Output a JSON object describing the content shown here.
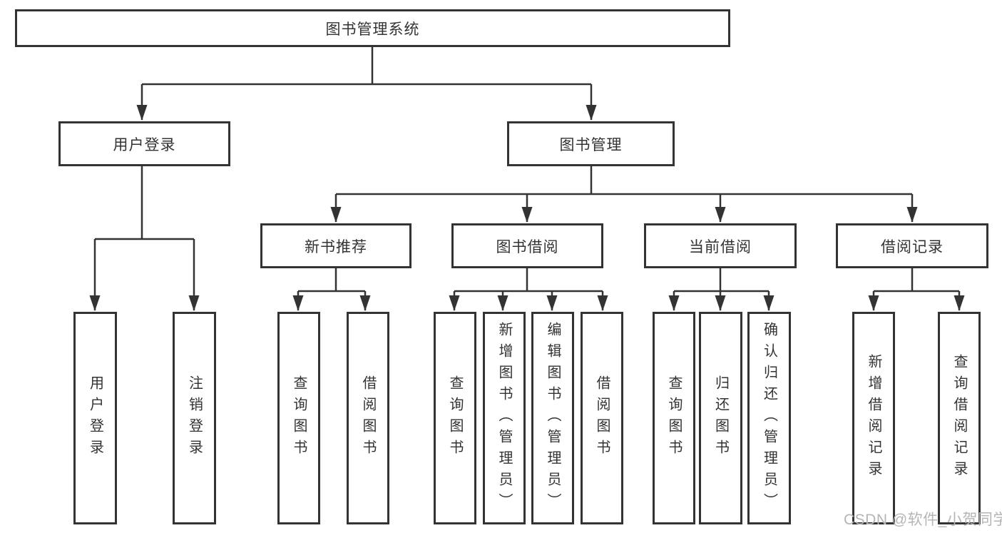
{
  "colors": {
    "line": "#333333",
    "box_border": "#333333",
    "box_background": "#ffffff",
    "text": "#333333",
    "watermark": "#b5b5b8"
  },
  "watermark": {
    "text": "CSDN @软件_小贺同学"
  },
  "tree": {
    "root": "图书管理系统",
    "user_login": {
      "label": "用户登录",
      "children": {
        "login": "用户登录",
        "logout": "注销登录"
      }
    },
    "book_mgmt": {
      "label": "图书管理",
      "new_book_rec": {
        "label": "新书推荐",
        "children": {
          "query": "查询图书",
          "borrow": "借阅图书"
        }
      },
      "book_borrow": {
        "label": "图书借阅",
        "children": {
          "query": "查询图书",
          "add": "新增图书（管理员）",
          "edit": "编辑图书（管理员）",
          "borrow": "借阅图书"
        }
      },
      "current_borrow": {
        "label": "当前借阅",
        "children": {
          "query": "查询图书",
          "return": "归还图书",
          "confirm": "确认归还（管理员）"
        }
      },
      "borrow_record": {
        "label": "借阅记录",
        "children": {
          "add": "新增借阅记录",
          "query": "查询借阅记录"
        }
      }
    }
  }
}
